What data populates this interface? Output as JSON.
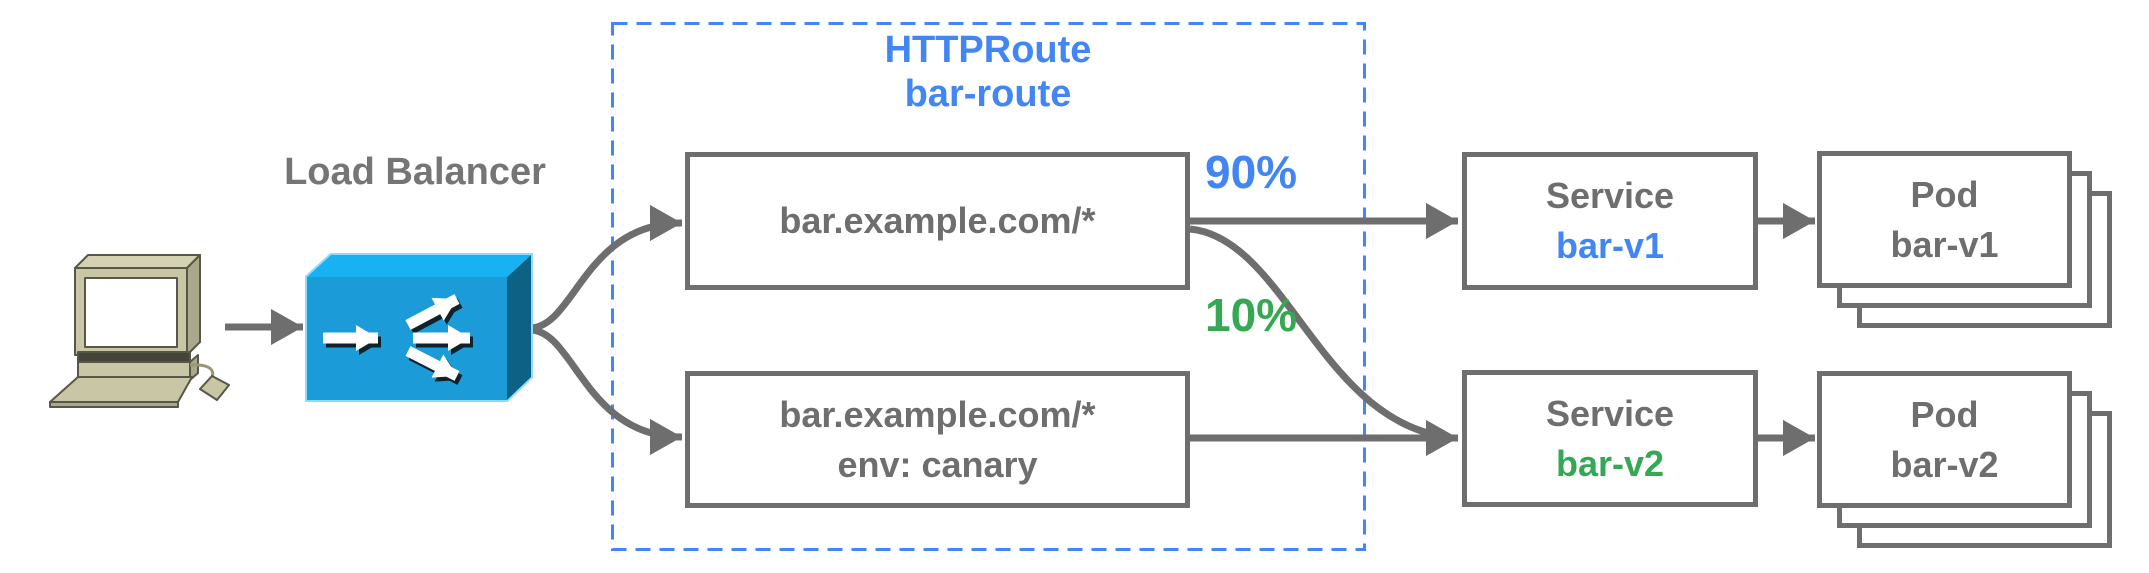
{
  "lb": {
    "label": "Load Balancer"
  },
  "httproute": {
    "kind": "HTTPRoute",
    "name": "bar-route",
    "rules": [
      {
        "match": "bar.example.com/*",
        "weight": "90%"
      },
      {
        "match": "bar.example.com/*",
        "match_extra": "env: canary",
        "weight": "10%"
      }
    ]
  },
  "services": [
    {
      "kind": "Service",
      "name": "bar-v1"
    },
    {
      "kind": "Service",
      "name": "bar-v2"
    }
  ],
  "pods": [
    {
      "kind": "Pod",
      "name": "bar-v1"
    },
    {
      "kind": "Pod",
      "name": "bar-v2"
    }
  ],
  "colors": {
    "accent_blue": "#4285f4",
    "accent_green": "#34a853",
    "line_gray": "#6e6e6e",
    "lb_box_front": "#1b9cd8",
    "lb_box_top": "#18b1f2",
    "lb_box_side": "#0c6185"
  }
}
